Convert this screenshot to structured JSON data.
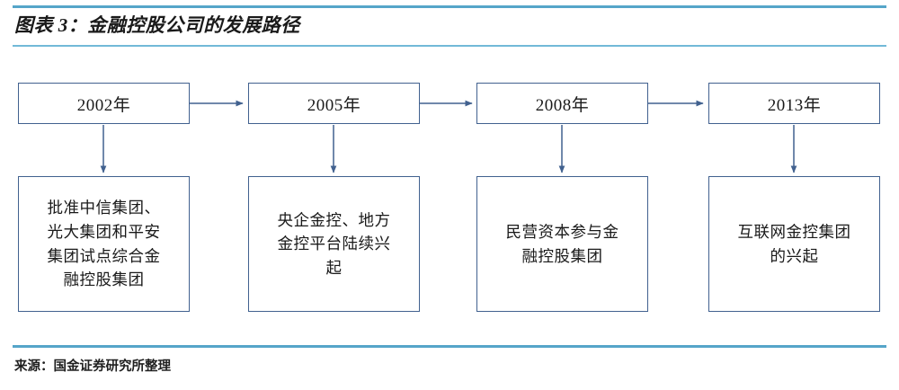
{
  "figure": {
    "title": "图表 3：金融控股公司的发展路径",
    "source": "来源：国金证券研究所整理",
    "colors": {
      "rule": "#55a5c9",
      "box_border": "#41618f",
      "arrow": "#41618f",
      "background": "#ffffff",
      "text": "#1a1a1a"
    }
  },
  "chart_data": {
    "type": "diagram",
    "title": "图表 3：金融控股公司的发展路径",
    "orientation": "horizontal-timeline",
    "stages": [
      {
        "year": "2002年",
        "detail": "批准中信集团、\n光大集团和平安\n集团试点综合金\n融控股集团"
      },
      {
        "year": "2005年",
        "detail": "央企金控、地方\n金控平台陆续兴\n起"
      },
      {
        "year": "2008年",
        "detail": "民营资本参与金\n融控股集团"
      },
      {
        "year": "2013年",
        "detail": "互联网金控集团\n的兴起"
      }
    ],
    "connections": [
      {
        "from": "2002年",
        "to": "2005年",
        "type": "arrow-right"
      },
      {
        "from": "2005年",
        "to": "2008年",
        "type": "arrow-right"
      },
      {
        "from": "2008年",
        "to": "2013年",
        "type": "arrow-right"
      },
      {
        "from": "2002年",
        "to": "批准中信集团、光大集团和平安集团试点综合金融控股集团",
        "type": "arrow-down"
      },
      {
        "from": "2005年",
        "to": "央企金控、地方金控平台陆续兴起",
        "type": "arrow-down"
      },
      {
        "from": "2008年",
        "to": "民营资本参与金融控股集团",
        "type": "arrow-down"
      },
      {
        "from": "2013年",
        "to": "互联网金控集团的兴起",
        "type": "arrow-down"
      }
    ]
  }
}
